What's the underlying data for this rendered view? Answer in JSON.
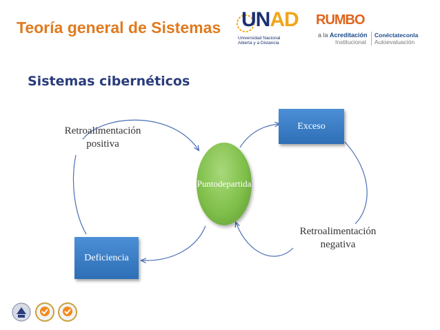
{
  "slide": {
    "title": "Teoría general de Sistemas",
    "subtitle": "Sistemas cibernéticos"
  },
  "header_logos": {
    "unad": {
      "name_un": "UN",
      "name_ad": "AD",
      "line1": "Universidad Nacional",
      "line2": "Abierta y a Distancia"
    },
    "rumbo": {
      "name": "RUMBO",
      "line1_prefix": "a la ",
      "line1_bold": "Acreditación",
      "line2": "Institucional",
      "right_line1": "Conéctateconla",
      "right_line2": "Autoevaluación"
    }
  },
  "diagram": {
    "center": "Punto de partida",
    "excess_box": "Exceso",
    "deficiency_box": "Deficiencia",
    "positive_feedback": "Retroalimentación positiva",
    "negative_feedback": "Retroalimentación negativa"
  },
  "colors": {
    "title": "#e07a1f",
    "subtitle": "#2a3c7c",
    "box": "#3b7ec8",
    "center": "#7fbf4a",
    "arrows": "#4a6fb5"
  },
  "footer_icons": [
    "crest-icon",
    "certification-seal-icon",
    "certification-seal-icon"
  ]
}
